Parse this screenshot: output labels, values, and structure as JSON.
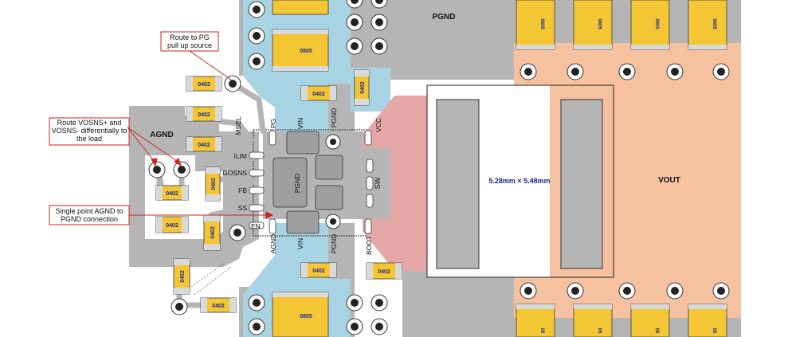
{
  "regions": {
    "pgnd": "PGND",
    "agnd": "AGND",
    "vout": "VOUT",
    "sw": "SW",
    "inductor_size": "5.28mm × 5.48mm"
  },
  "pins": {
    "msel": "MSEL",
    "pg": "PG",
    "vin_top": "VIN",
    "pgnd_top": "PGND",
    "vcc": "VCC",
    "ilim": "ILIM",
    "gosns": "GOSNS",
    "fb": "FB",
    "ss": "SS",
    "en": "EN",
    "agnd": "AGND",
    "vin_bottom": "VIN",
    "pgnd_bottom": "PGND",
    "boot": "BOOT",
    "pgnd_pad": "PGND"
  },
  "components": {
    "c0402": "0402",
    "c0805": "0805",
    "c0805_partial": "05"
  },
  "notes": {
    "route_pg": [
      "Route to PG",
      "pull up source"
    ],
    "route_vosns": [
      "Route VOSNS+ and",
      "VOSNS- differentially to",
      "the load"
    ],
    "single_point": [
      "Single point AGND to",
      "PGND connection"
    ]
  },
  "colors": {
    "copper_gray": "#b5b5b5",
    "vin_blue": "#a8d3e3",
    "vout_orange": "#f6c19e",
    "sw_pink": "#e5a6a6",
    "cap_gold": "#f5c633",
    "annotation_red": "#cc2222",
    "label_navy": "#1a2a8c"
  }
}
